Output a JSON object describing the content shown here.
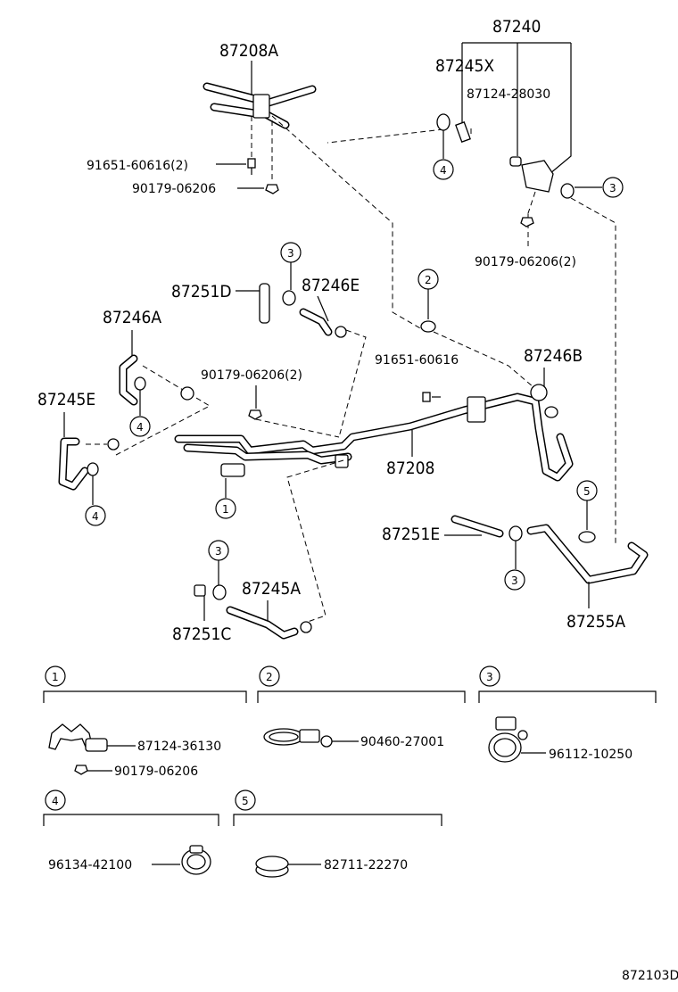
{
  "diagram_code": "872103D",
  "labels": {
    "p87240": "87240",
    "p87208A": "87208A",
    "p87245X": "87245X",
    "p87124_28030": "87124-28030",
    "p91651_60616_2": "91651-60616(2)",
    "p90179_06206_a": "90179-06206",
    "p90179_06206_2a": "90179-06206(2)",
    "p87251D": "87251D",
    "p87246E": "87246E",
    "p87246A": "87246A",
    "p90179_06206_2b": "90179-06206(2)",
    "p91651_60616": "91651-60616",
    "p87246B": "87246B",
    "p87245E": "87245E",
    "p87208": "87208",
    "p87251E": "87251E",
    "p87245A": "87245A",
    "p87251C": "87251C",
    "p87255A": "87255A"
  },
  "callouts": {
    "c1": "1",
    "c2": "2",
    "c3": "3",
    "c4": "4",
    "c5": "5"
  },
  "legend": {
    "box1": {
      "num": "1",
      "items": [
        "87124-36130",
        "90179-06206"
      ]
    },
    "box2": {
      "num": "2",
      "items": [
        "90460-27001"
      ]
    },
    "box3": {
      "num": "3",
      "items": [
        "96112-10250"
      ]
    },
    "box4": {
      "num": "4",
      "items": [
        "96134-42100"
      ]
    },
    "box5": {
      "num": "5",
      "items": [
        "82711-22270"
      ]
    }
  }
}
